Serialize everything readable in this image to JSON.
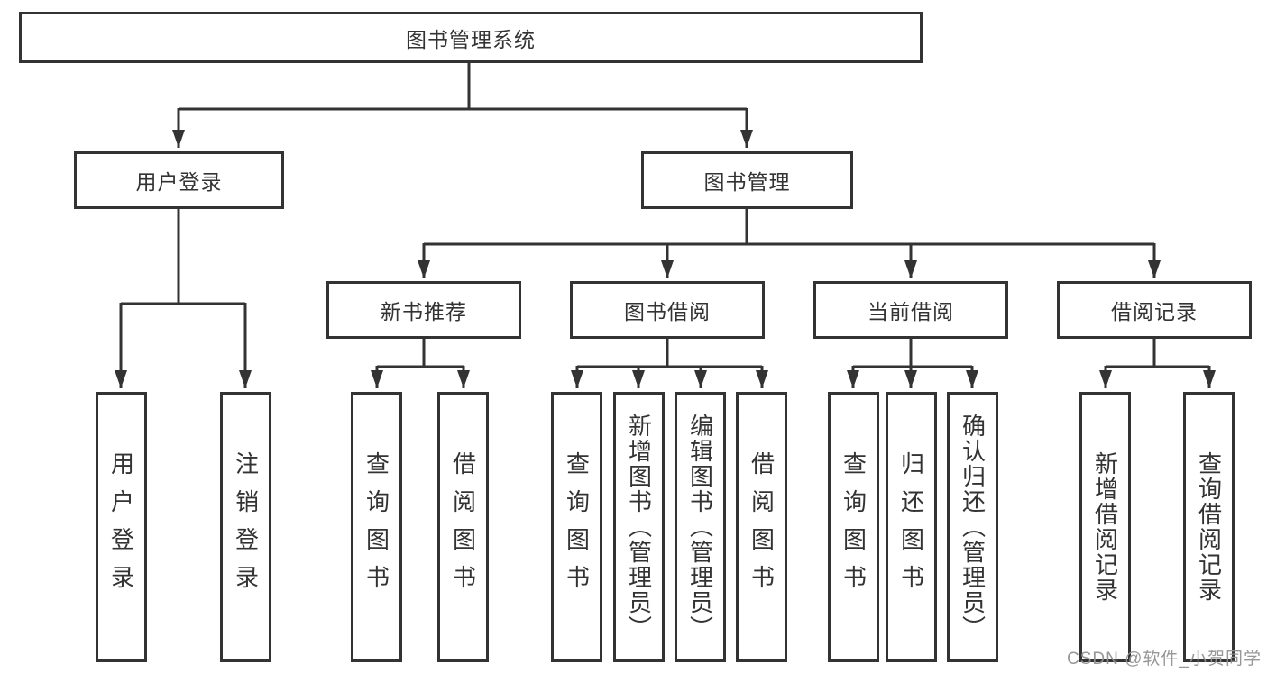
{
  "diagram": {
    "root": {
      "label": "图书管理系统"
    },
    "level2": {
      "user_login": {
        "label": "用户登录"
      },
      "book_management": {
        "label": "图书管理"
      }
    },
    "level3": {
      "new_book_recommend": {
        "label": "新书推荐"
      },
      "book_borrow": {
        "label": "图书借阅"
      },
      "current_borrow": {
        "label": "当前借阅"
      },
      "borrow_records": {
        "label": "借阅记录"
      }
    },
    "leaves": {
      "user_login": "用户登录",
      "logout": "注销登录",
      "recommend_query": "查询图书",
      "recommend_borrow": "借阅图书",
      "borrow_query": "查询图书",
      "borrow_add": "新增图书（管理员）",
      "borrow_edit": "编辑图书（管理员）",
      "borrow_borrow": "借阅图书",
      "current_query": "查询图书",
      "current_return": "归还图书",
      "current_confirm": "确认归还（管理员）",
      "records_add": "新增借阅记录",
      "records_query": "查询借阅记录"
    },
    "line_color": "#333333"
  },
  "watermark": "CSDN @软件_小贺同学"
}
